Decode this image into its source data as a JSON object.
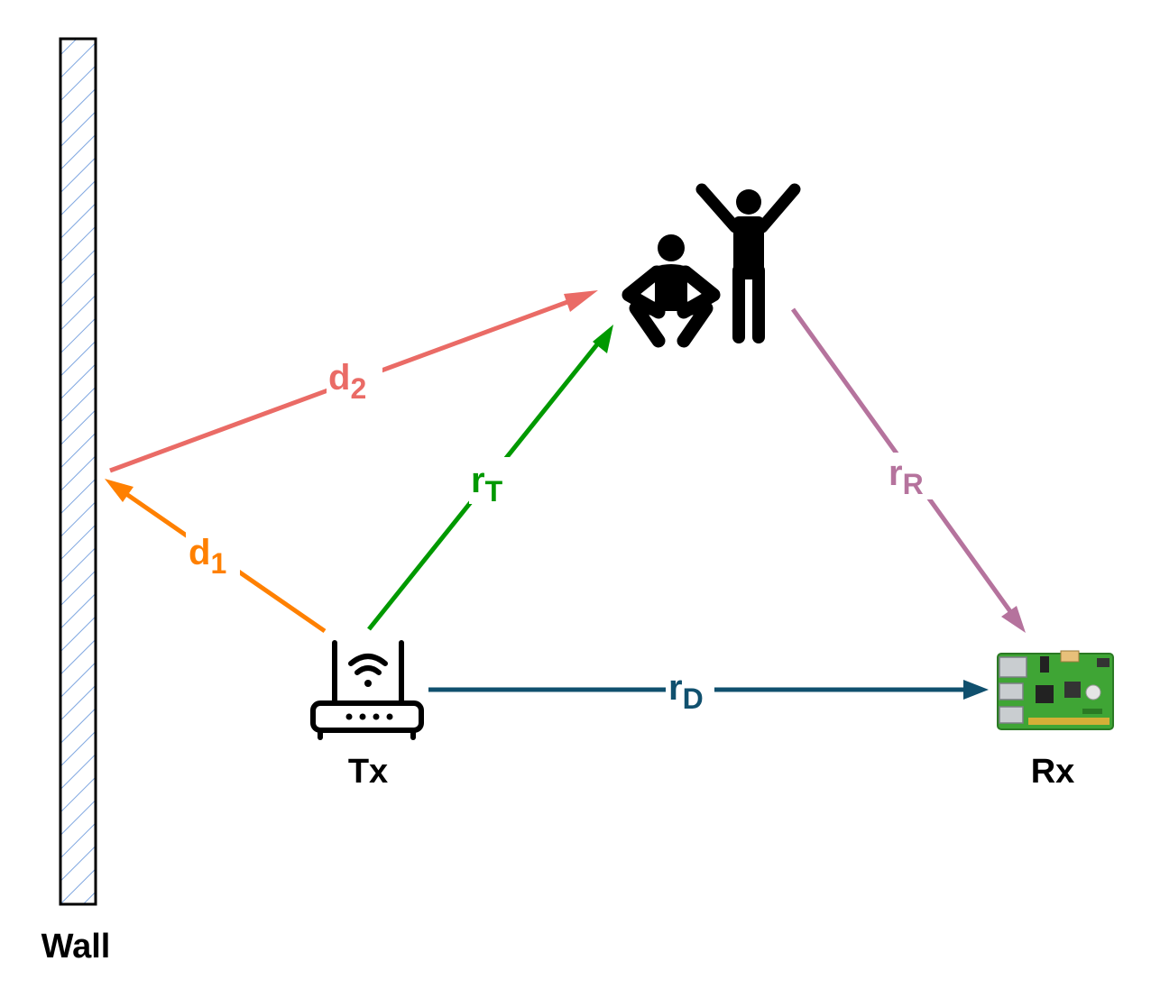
{
  "labels": {
    "wall": "Wall",
    "tx": "Tx",
    "rx": "Rx"
  },
  "paths": {
    "d1": {
      "main": "d",
      "sub": "1",
      "color": "#FF8000"
    },
    "d2": {
      "main": "d",
      "sub": "2",
      "color": "#EA6B66"
    },
    "rT": {
      "main": "r",
      "sub": "T",
      "color": "#009900"
    },
    "rR": {
      "main": "r",
      "sub": "R",
      "color": "#B5739D"
    },
    "rD": {
      "main": "r",
      "sub": "D",
      "color": "#10506E"
    }
  },
  "colors": {
    "wall_hatch": "#7EA6E0",
    "board_green": "#3FA535",
    "ink": "#000000"
  },
  "icons": {
    "tx": "wifi-router-icon",
    "rx": "raspberry-pi-board-icon",
    "people": "people-icon",
    "wall": "wall-icon"
  }
}
